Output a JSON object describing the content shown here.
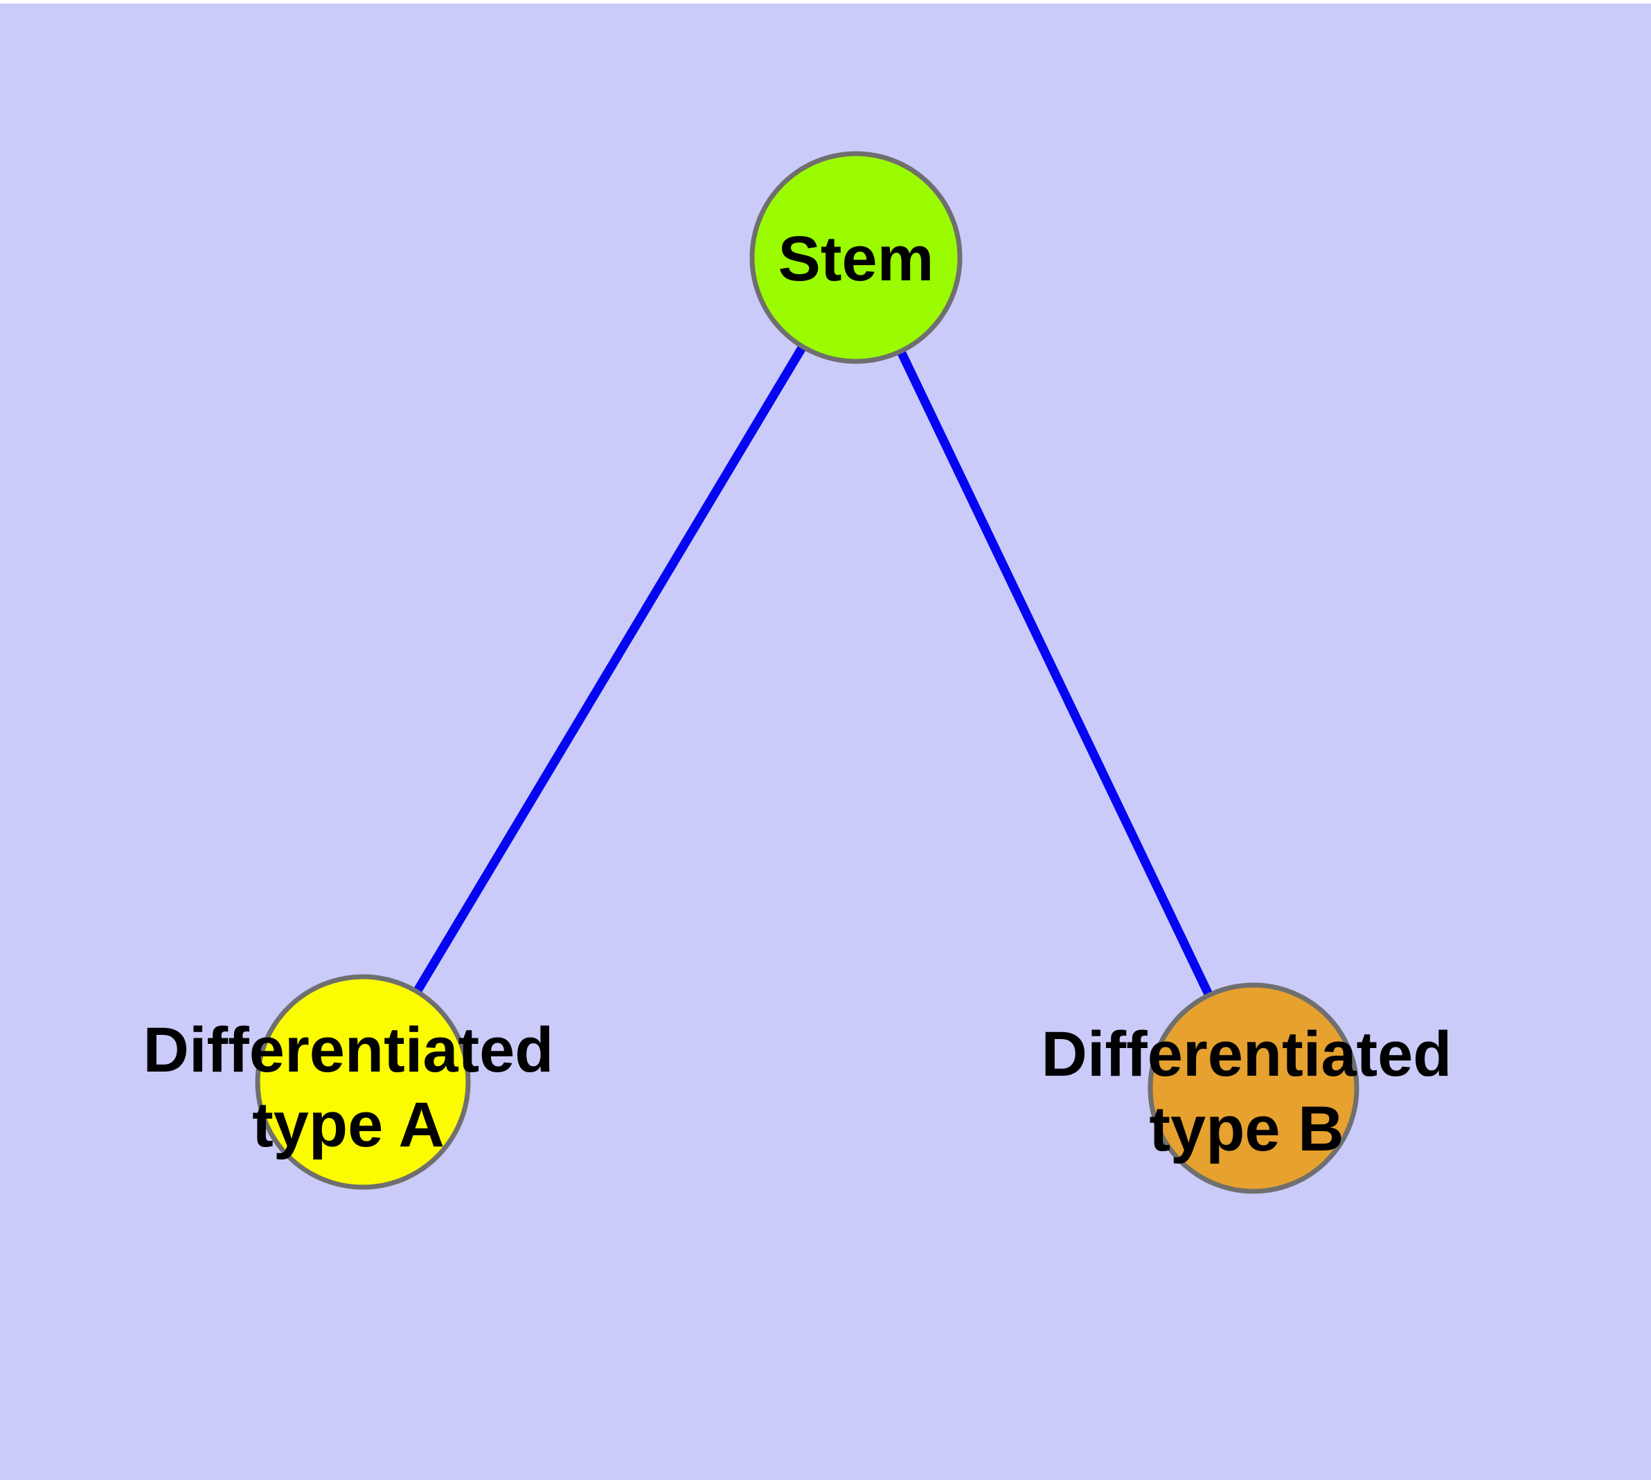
{
  "diagram": {
    "type": "graph",
    "background_color": "#CBCBFA",
    "top_margin_color": "#FFFFFF",
    "edge_color": "#0505F2",
    "node_border_color": "#6F6F6F",
    "label_color": "#000000",
    "nodes": {
      "stem": {
        "label": "Stem",
        "fill": "#9BFB00"
      },
      "type_a": {
        "label_line1": "Differentiated",
        "label_line2": "type A",
        "fill": "#FCFC00"
      },
      "type_b": {
        "label_line1": "Differentiated",
        "label_line2": "type B",
        "fill": "#E6A12E"
      }
    },
    "edges": [
      {
        "from": "Stem",
        "to": "Differentiated type A"
      },
      {
        "from": "Stem",
        "to": "Differentiated type B"
      }
    ]
  }
}
